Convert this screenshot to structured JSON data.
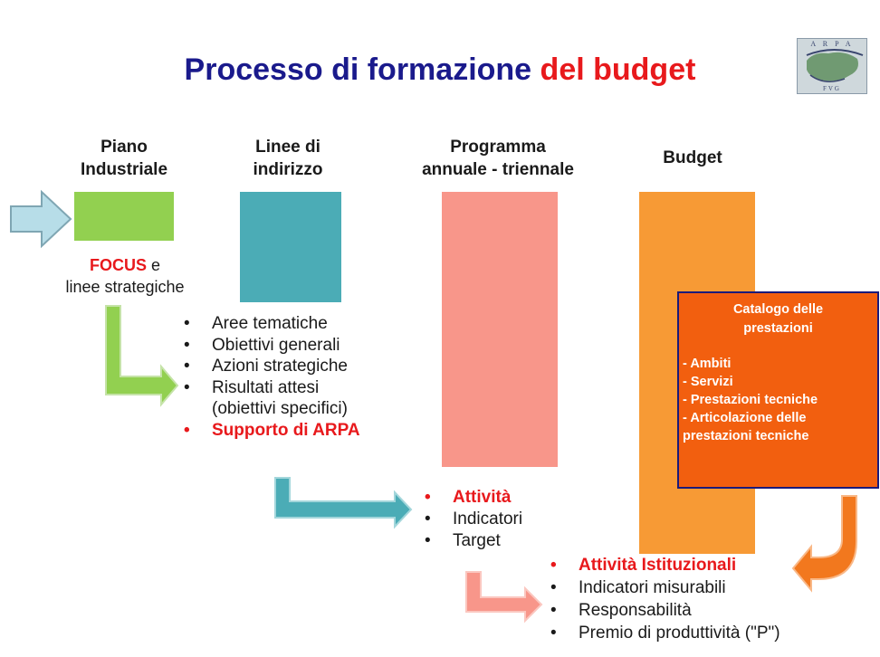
{
  "title": {
    "part1": "Processo di formazione",
    "part2": "del budget"
  },
  "logo": {
    "top": "A R P A",
    "bottom": "FVG"
  },
  "columns": {
    "piano": "Piano\nIndustriale",
    "linee": "Linee di\nindirizzo",
    "programma": "Programma\nannuale - triennale",
    "budget": "Budget"
  },
  "focus": {
    "keyword": "FOCUS",
    "after": "e",
    "line2": "linee strategiche"
  },
  "linee_list": [
    "Aree tematiche",
    "Obiettivi generali",
    "Azioni strategiche",
    "Risultati attesi",
    "(obiettivi specifici)",
    "Supporto di ARPA"
  ],
  "programma_list": [
    "Attività",
    "Indicatori",
    "Target"
  ],
  "budget_list": [
    "Attività Istituzionali",
    "Indicatori misurabili",
    "Responsabilità",
    "Premio di produttività (\"P\")"
  ],
  "catalog": {
    "title": "Catalogo delle\nprestazioni",
    "items": [
      "- Ambiti",
      "- Servizi",
      "- Prestazioni tecniche",
      "- Articolazione delle\nprestazioni tecniche"
    ]
  },
  "colors": {
    "green": "#92d050",
    "teal": "#4bacb6",
    "salmon": "#f8968a",
    "orange": "#f79a35",
    "catalog": "#f25f0f",
    "title_blue": "#1a1a8c",
    "accent_red": "#e8191c"
  }
}
